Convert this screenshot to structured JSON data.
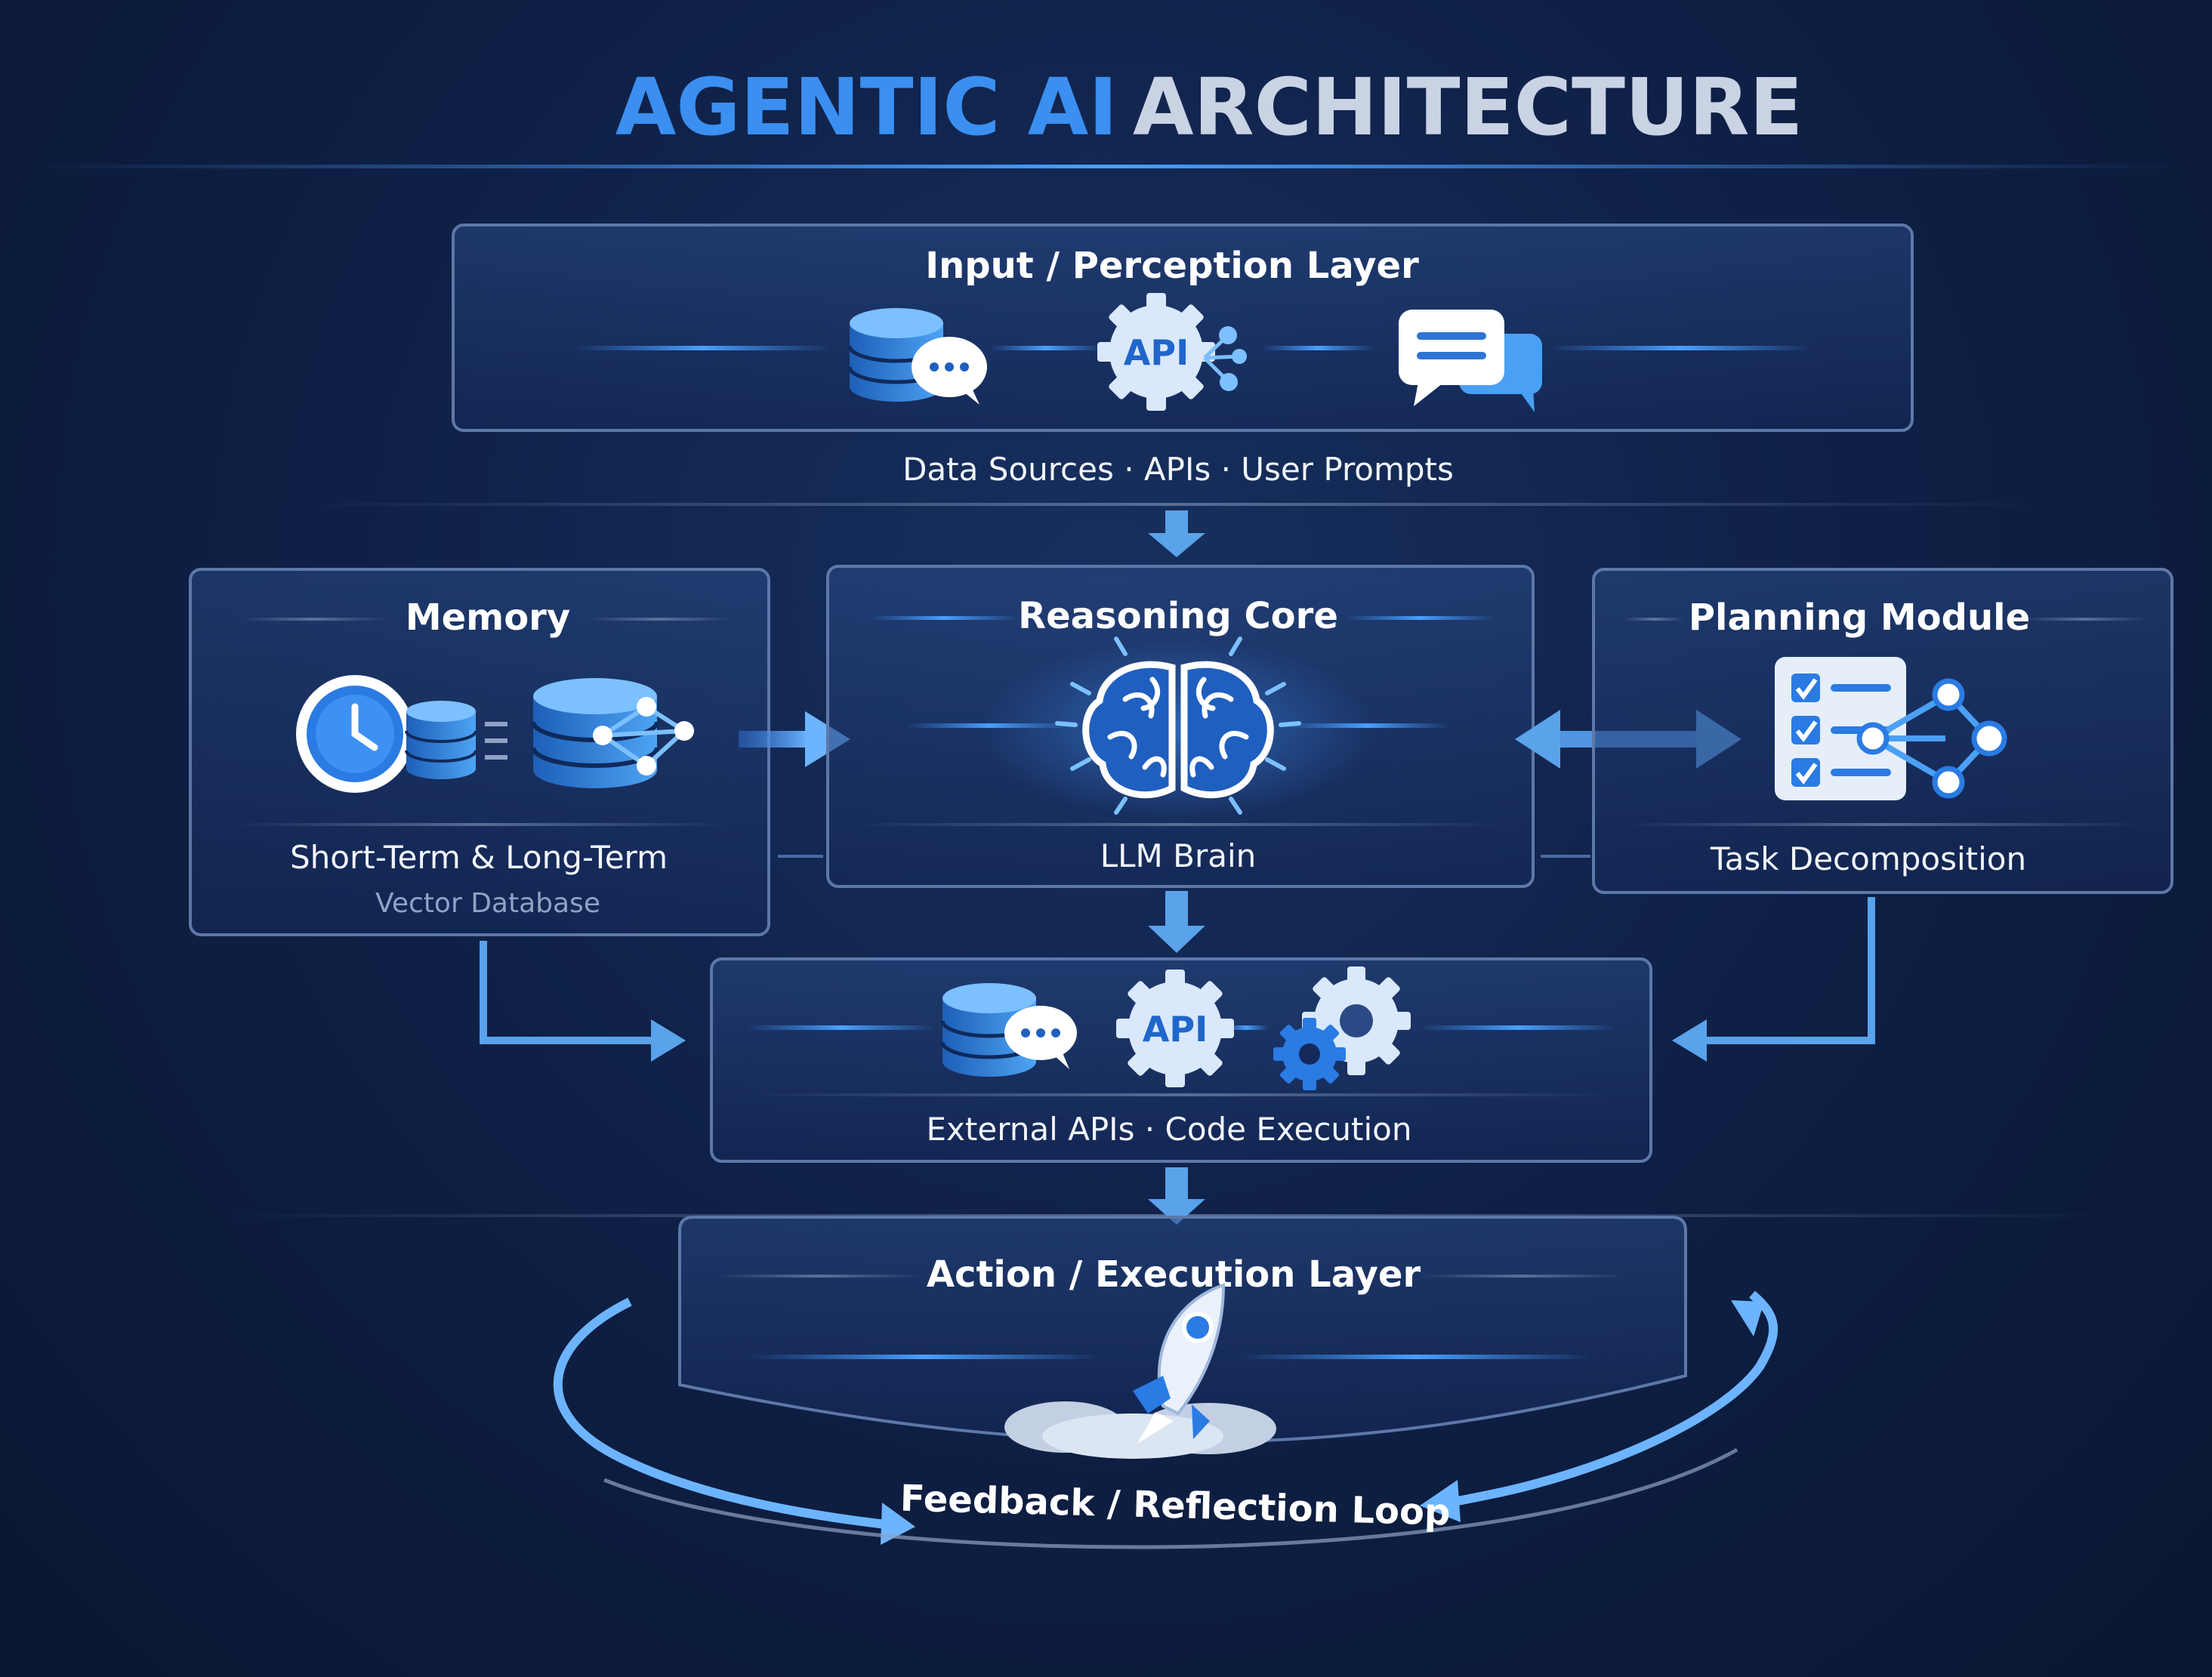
{
  "title": {
    "part1": "AGENTIC AI",
    "part2": "ARCHITECTURE"
  },
  "layers": {
    "input": {
      "heading": "Input / Perception Layer",
      "caption": "Data Sources · APIs · User Prompts",
      "api_badge": "API"
    },
    "memory": {
      "heading": "Memory",
      "caption": "Short-Term & Long-Term",
      "subcaption": "Vector Database"
    },
    "reasoning": {
      "heading": "Reasoning Core",
      "caption": "LLM Brain"
    },
    "planning": {
      "heading": "Planning Module",
      "caption": "Task Decomposition"
    },
    "tools": {
      "caption": "External APIs · Code Execution",
      "api_badge": "API"
    },
    "action": {
      "heading": "Action / Execution Layer"
    },
    "feedback": {
      "label": "Feedback / Reflection Loop"
    }
  },
  "colors": {
    "background": "#0f2148",
    "accent": "#3a8ff0",
    "title_secondary": "#c9d3e4",
    "panel_border": "#5d78a8",
    "arrow": "#5aa2ea"
  },
  "icons": [
    "database-chat-icon",
    "api-gear-icon",
    "chat-bubbles-icon",
    "clock-icon",
    "database-network-icon",
    "brain-icon",
    "checklist-icon",
    "network-icon",
    "gears-icon",
    "rocket-icon"
  ]
}
